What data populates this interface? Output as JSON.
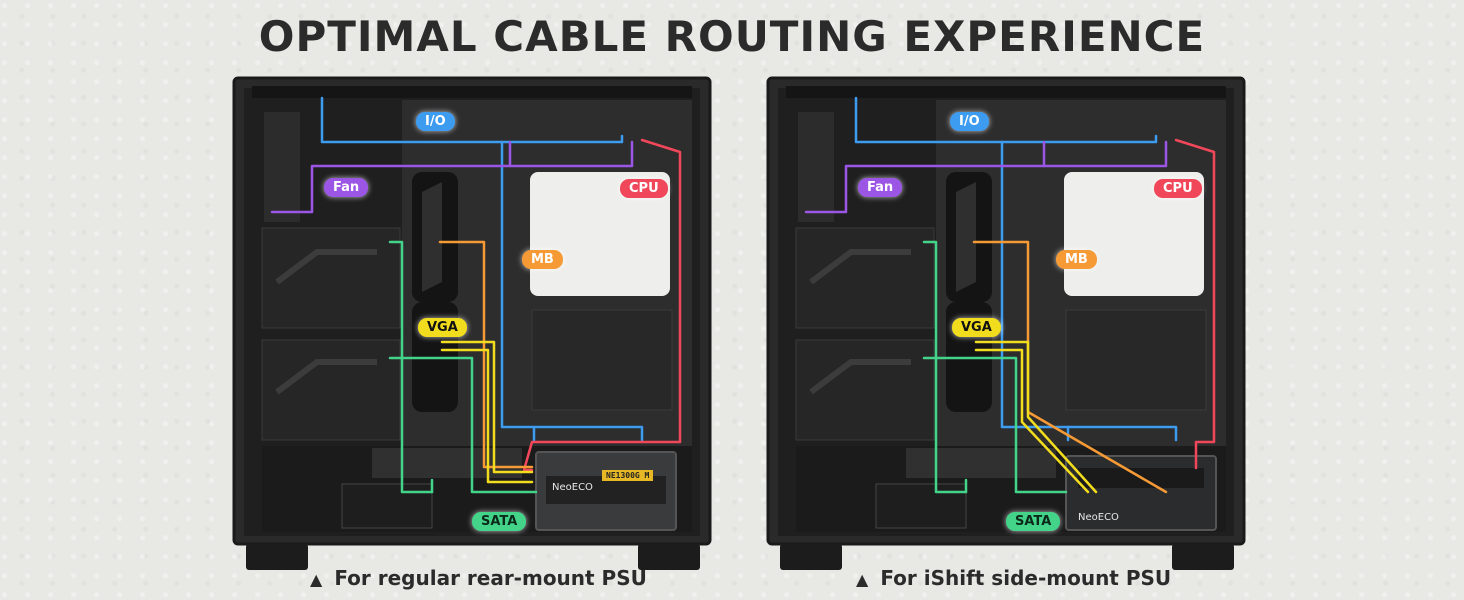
{
  "title": "OPTIMAL CABLE ROUTING EXPERIENCE",
  "colors": {
    "io": "#3d9bf0",
    "fan": "#9b56e6",
    "cpu": "#f0485a",
    "mb": "#f59a35",
    "vga": "#f2dc1e",
    "sata": "#43d48a",
    "case": "#262627"
  },
  "labels": {
    "io": "I/O",
    "fan": "Fan",
    "cpu": "CPU",
    "mb": "MB",
    "vga": "VGA",
    "sata": "SATA"
  },
  "panels": [
    {
      "caption": "For regular rear-mount PSU",
      "caption_icon": "triangle-up-icon",
      "psu_brand": "NeoECO",
      "psu_model": "NE1300G M"
    },
    {
      "caption": "For iShift side-mount PSU",
      "caption_icon": "triangle-up-icon",
      "psu_brand": "NeoECO",
      "psu_model": ""
    }
  ]
}
